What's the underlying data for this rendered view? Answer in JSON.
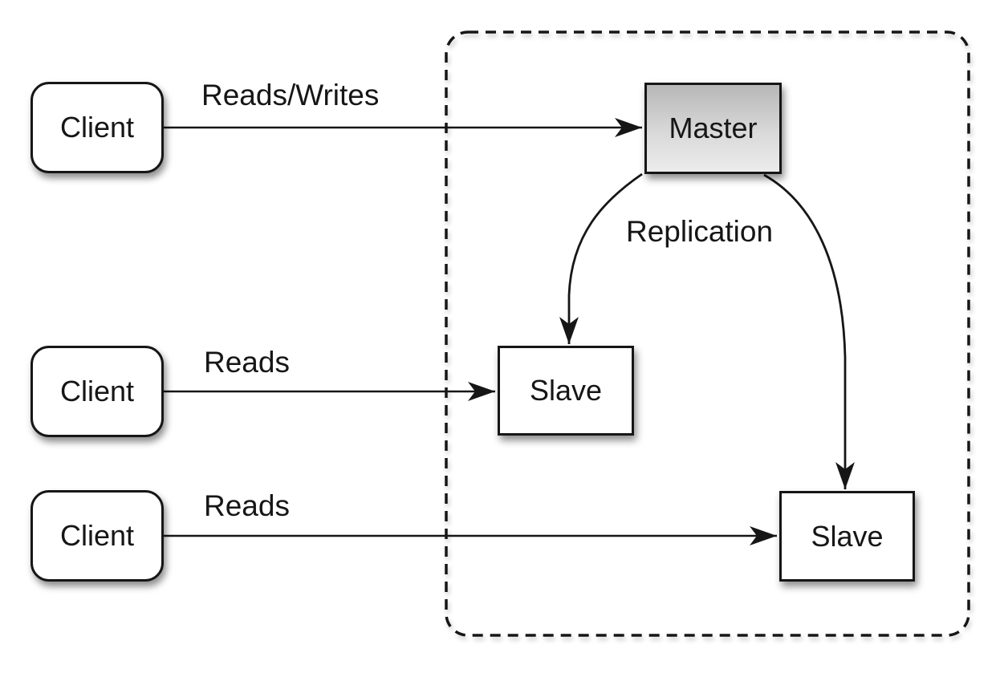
{
  "diagram": {
    "title_hint": "Master-slave replication topology",
    "nodes": {
      "client1": {
        "label": "Client"
      },
      "client2": {
        "label": "Client"
      },
      "client3": {
        "label": "Client"
      },
      "master": {
        "label": "Master"
      },
      "slave1": {
        "label": "Slave"
      },
      "slave2": {
        "label": "Slave"
      }
    },
    "edges": {
      "reads_writes": {
        "label": "Reads/Writes",
        "from": "client1",
        "to": "master"
      },
      "reads_top": {
        "label": "Reads",
        "from": "client2",
        "to": "slave1"
      },
      "reads_bottom": {
        "label": "Reads",
        "from": "client3",
        "to": "slave2"
      },
      "replication_left": {
        "label": "Replication",
        "from": "master",
        "to": "slave1"
      },
      "replication_right": {
        "label": "",
        "from": "master",
        "to": "slave2"
      }
    },
    "colors": {
      "line": "#161616",
      "node_border": "#161616",
      "node_fill": "#ffffff",
      "master_gradient_top": "#b7b7b7",
      "master_gradient_bottom": "#ececec",
      "background": "#ffffff"
    }
  }
}
